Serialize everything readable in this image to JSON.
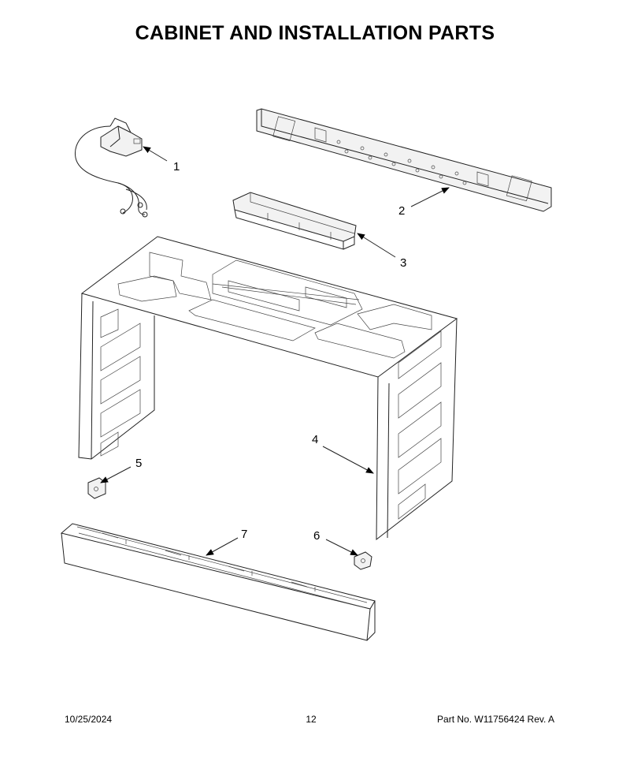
{
  "page": {
    "title": "CABINET AND INSTALLATION PARTS"
  },
  "callouts": [
    "1",
    "2",
    "3",
    "4",
    "5",
    "6",
    "7"
  ],
  "footer": {
    "date": "10/25/2024",
    "page_number": "12",
    "part_number": "Part No.  W11756424  Rev.  A"
  }
}
